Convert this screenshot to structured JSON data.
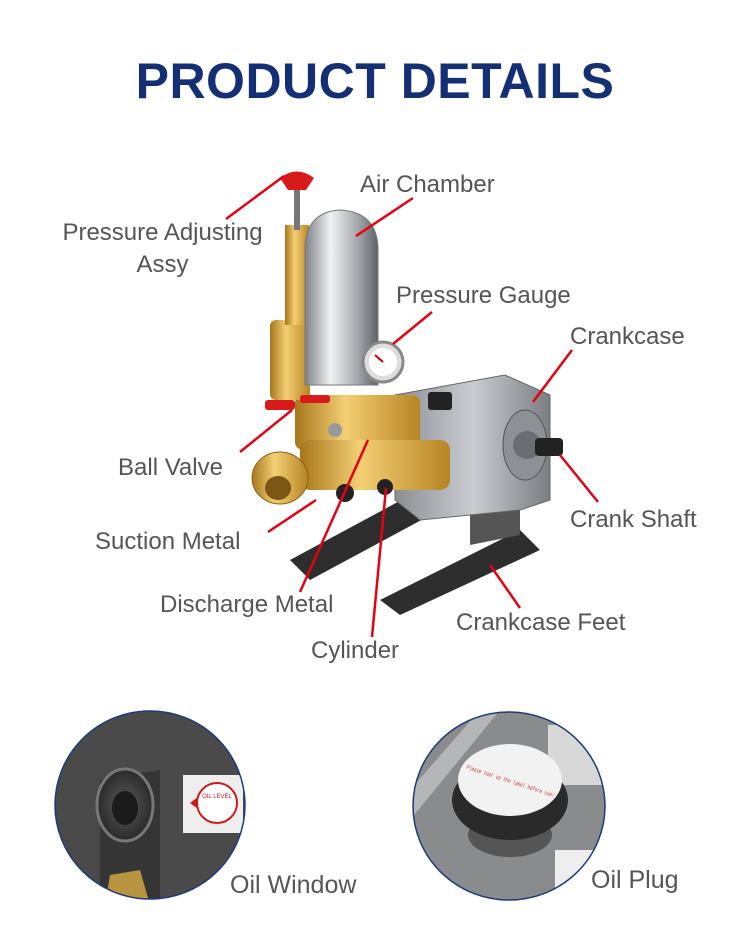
{
  "title": "PRODUCT DETAILS",
  "labels": {
    "pressure_adjusting_line1": "Pressure Adjusting",
    "pressure_adjusting_line2": "Assy",
    "air_chamber": "Air Chamber",
    "pressure_gauge": "Pressure Gauge",
    "crankcase": "Crankcase",
    "ball_valve": "Ball Valve",
    "crank_shaft": "Crank Shaft",
    "suction_metal": "Suction Metal",
    "discharge_metal": "Discharge Metal",
    "crankcase_feet": "Crankcase Feet",
    "cylinder": "Cylinder"
  },
  "details": [
    {
      "label": "Oil Window",
      "sticker": "OIL LEVEL"
    },
    {
      "label": "Oil Plug",
      "sticker": "Please tear up the label before use!"
    }
  ],
  "colors": {
    "title": "#142f73",
    "leader": "#e60012",
    "label": "#555555",
    "brass": "#d4a441"
  }
}
